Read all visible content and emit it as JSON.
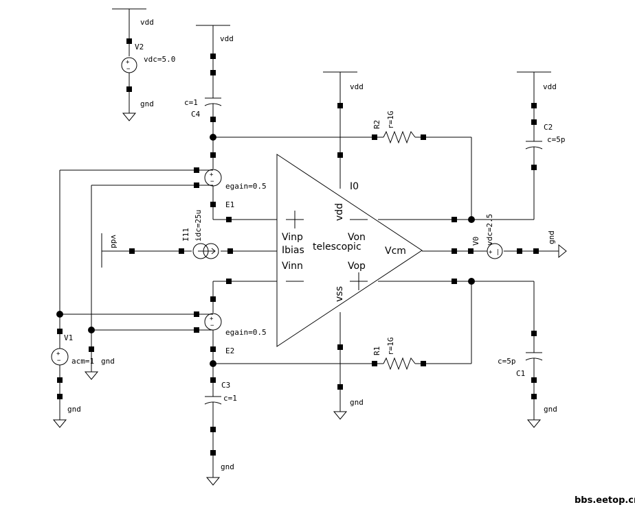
{
  "schematic": {
    "opamp": {
      "name": "telescopic",
      "instance": "I0",
      "pins": {
        "vinp": "Vinp",
        "vinn": "Vinn",
        "ibias": "Ibias",
        "von": "Von",
        "vop": "Vop",
        "vcm": "Vcm",
        "vdd": "vdd",
        "vss": "vss"
      },
      "plus": "+",
      "minus": "—"
    },
    "sources": {
      "v2": {
        "name": "V2",
        "param": "vdc=5.0",
        "top": "vdd",
        "bottom": "gnd"
      },
      "v1": {
        "name": "V1",
        "param": "acm=1",
        "bottom": "gnd"
      },
      "v0": {
        "name": "V0",
        "param": "vdc=2.5",
        "right": "gnd"
      },
      "i11": {
        "name": "I11",
        "param": "idc=25u",
        "left": "vdd"
      },
      "e1": {
        "name": "E1",
        "param": "egain=0.5"
      },
      "e2": {
        "name": "E2",
        "param": "egain=0.5"
      }
    },
    "passives": {
      "c4": {
        "name": "C4",
        "param": "c=1",
        "top": "vdd"
      },
      "c3": {
        "name": "C3",
        "param": "c=1",
        "bottom": "gnd"
      },
      "c2": {
        "name": "C2",
        "param": "c=5p",
        "top": "vdd"
      },
      "c1": {
        "name": "C1",
        "param": "c=5p",
        "bottom": "gnd"
      },
      "r2": {
        "name": "R2",
        "param": "r=1G"
      },
      "r1": {
        "name": "R1",
        "param": "r=1G"
      }
    },
    "nets": {
      "vdd_opamp": "vdd",
      "gnd_opamp": "gnd",
      "gnd_v1_extra": "gnd"
    }
  },
  "watermark": "bbs.eetop.cn"
}
